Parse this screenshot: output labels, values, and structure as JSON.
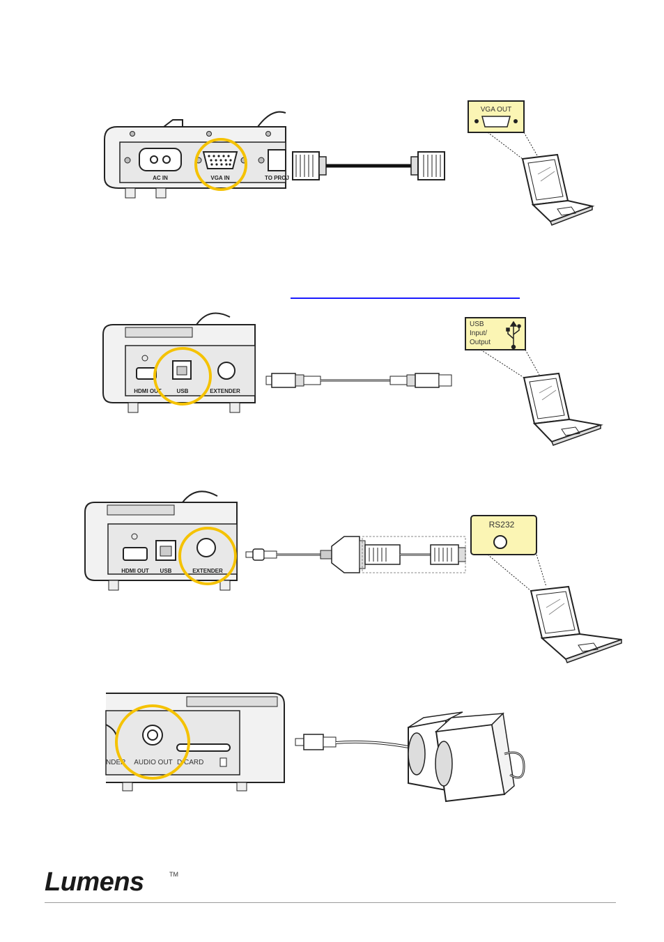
{
  "diagrams": {
    "vga": {
      "device_ports": [
        "AC IN",
        "VGA IN",
        "TO PROJ"
      ],
      "target_port_label": "VGA OUT"
    },
    "usb": {
      "device_ports": [
        "HDMI OUT",
        "USB",
        "EXTENDER"
      ],
      "target_port_label_lines": [
        "USB",
        "Input/",
        "Output"
      ]
    },
    "rs232": {
      "device_ports": [
        "HDMI OUT",
        "USB",
        "EXTENDER"
      ],
      "target_port_label": "RS232"
    },
    "audio": {
      "device_ports": [
        "NDER",
        "AUDIO OUT",
        "D CARD"
      ]
    }
  },
  "footer": {
    "brand": "Lumens",
    "trademark": "TM"
  },
  "colors": {
    "highlight_circle": "#f5c200",
    "port_label_bg": "#fbf5b4",
    "link": "#1a1aff"
  }
}
